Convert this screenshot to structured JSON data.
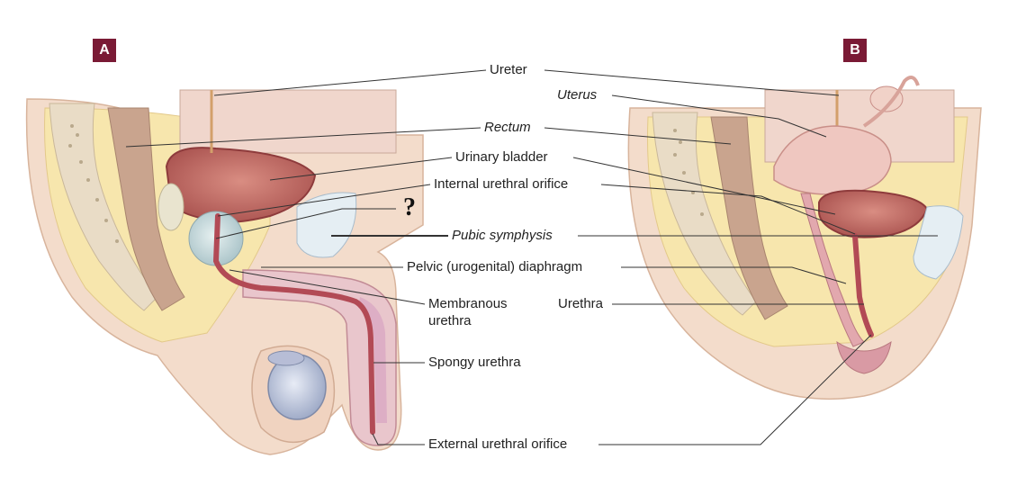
{
  "panels": {
    "a": "A",
    "b": "B"
  },
  "labels": {
    "ureter": "Ureter",
    "uterus": "Uterus",
    "rectum": "Rectum",
    "urinary_bladder": "Urinary bladder",
    "internal_urethral_orifice": "Internal urethral orifice",
    "question": "?",
    "pubic_symphysis": "Pubic symphysis",
    "pelvic_diaphragm": "Pelvic (urogenital) diaphragm",
    "membranous_urethra_1": "Membranous",
    "membranous_urethra_2": "urethra",
    "urethra": "Urethra",
    "spongy_urethra": "Spongy urethra",
    "external_urethral_orifice": "External urethral orifice"
  },
  "colors": {
    "badge": "#7a1a35",
    "skin": "#f1d6c2",
    "fat": "#f6e3a6",
    "bladder": "#c9726b",
    "urethra": "#b24a55",
    "bone": "#dfe9f0"
  }
}
